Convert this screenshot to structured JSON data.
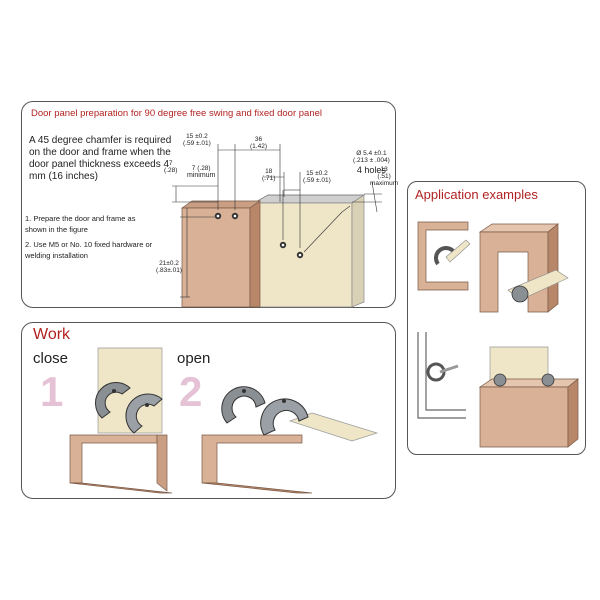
{
  "prep": {
    "title": "Door panel preparation for 90 degree free swing and fixed door panel",
    "chamfer_note": "A 45 degree chamfer is required on the door and frame when the door panel thickness exceeds 4 mm (16 inches)",
    "steps": [
      "1. Prepare the door and frame as shown in the figure",
      "2. Use M5 or No. 10 fixed hardware or welding installation"
    ],
    "dims": {
      "d15a": "15 ±0.2",
      "d15a_in": "(.59 ±.01)",
      "d36": "36",
      "d36_in": "(1.42)",
      "d7a": "7",
      "d7a_in": "(.28)",
      "d7b": "7 (.28)",
      "minimum": "minimum",
      "d18": "18",
      "d18_in": "(.71)",
      "d15b": "15 ±0.2",
      "d15b_in": "(.59 ±.01)",
      "dia": "Ø 5.4 ±0.1",
      "dia_in": "(.213 ± .004)",
      "holes": "4 holes",
      "d13": "13",
      "d13_in": "(.51)",
      "maximum": "maximum",
      "d21": "21±0.2",
      "d21_in": "(.83±.01)"
    }
  },
  "work": {
    "title": "Work",
    "close_label": "close",
    "open_label": "open",
    "num1": "1",
    "num2": "2"
  },
  "app": {
    "title": "Application examples"
  },
  "colors": {
    "accent_red": "#b22222",
    "wood": "#d8b196",
    "wood_dark": "#b8876a",
    "panel_cream": "#efe6c8",
    "metal": "#8a8f94",
    "pink_numeral": "#e6c2d6"
  }
}
